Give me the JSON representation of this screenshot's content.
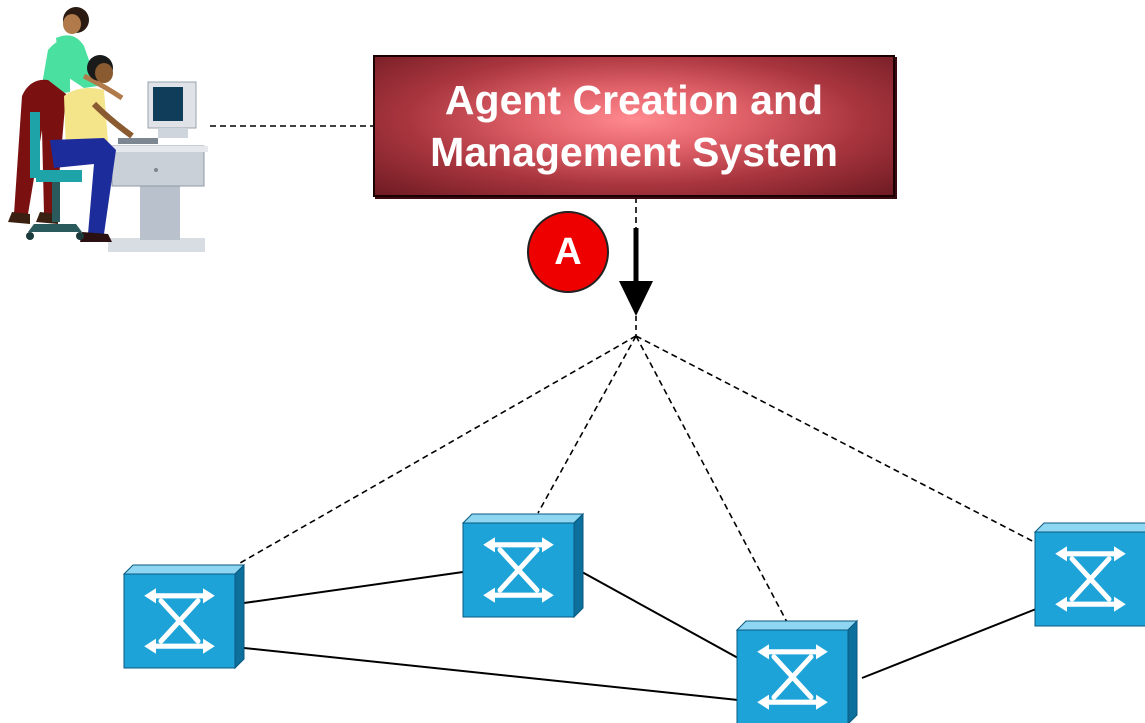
{
  "management_system": {
    "label_line1": "Agent Creation and",
    "label_line2": "Management System"
  },
  "badge": {
    "label": "A"
  },
  "operators": {
    "icon": "people-at-computer-clipart"
  },
  "switches": [
    {
      "name": "switch-left",
      "icon": "switch-icon"
    },
    {
      "name": "switch-center",
      "icon": "switch-icon"
    },
    {
      "name": "switch-bottom",
      "icon": "switch-icon"
    },
    {
      "name": "switch-right",
      "icon": "switch-icon"
    }
  ],
  "colors": {
    "switch_face": "#1ea3d8",
    "switch_top": "#8fd6f2",
    "switch_side": "#0d6f9c",
    "box_center": "#ff8a8f",
    "box_edge": "#6e1a22",
    "badge": "#ee0000",
    "lines": "#000000"
  }
}
